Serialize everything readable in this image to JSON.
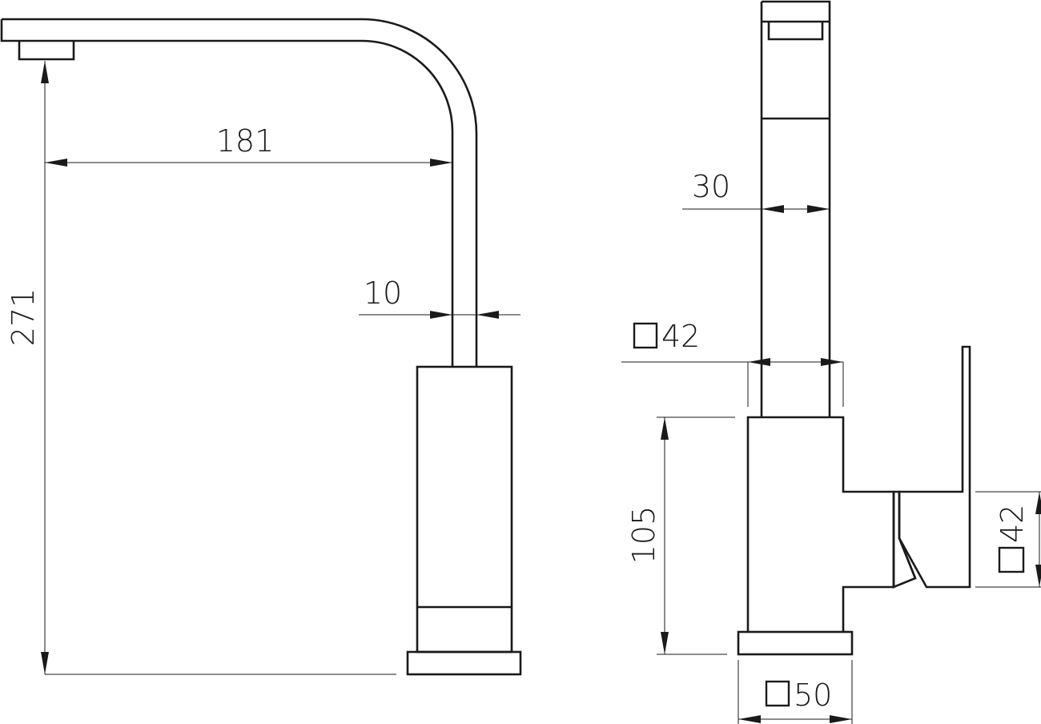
{
  "dimensions": {
    "spout_reach": "181",
    "overall_height": "271",
    "spout_thickness": "10",
    "spout_width": "30",
    "body_square_symbol": "42",
    "body_height": "105",
    "handle_square_symbol": "42",
    "base_square_symbol": "50"
  }
}
